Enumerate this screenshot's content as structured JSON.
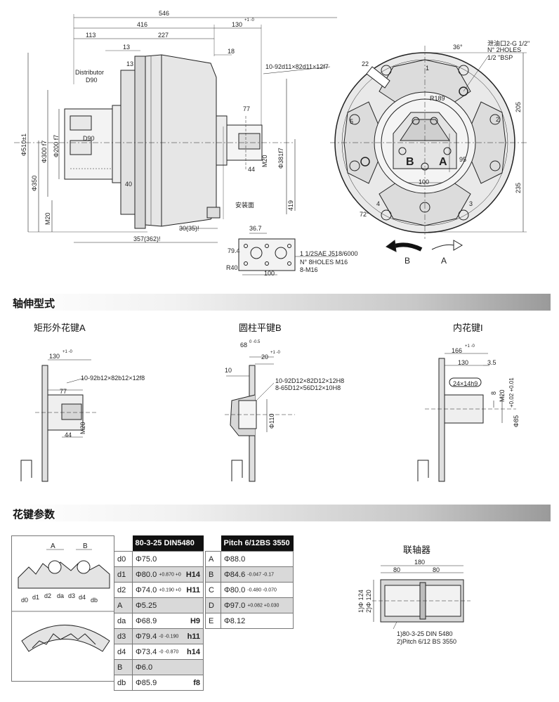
{
  "top_drawing": {
    "dims": {
      "d546": "546",
      "d416": "416",
      "d130": "130",
      "d130_tol": "+1 -0",
      "d113": "113",
      "d227": "227",
      "d13a": "13",
      "d13b": "13",
      "d18": "18",
      "distributor": "Distributor",
      "d90a": "D90",
      "d90b": "D90",
      "spline": "10-92d11×82d11×12f7",
      "d77": "77",
      "d44": "44",
      "m20": "M20",
      "d381": "Φ381f7",
      "d419": "419",
      "d510": "Φ510±1",
      "d300": "Φ300 f7",
      "d200": "Φ200 f7",
      "d350": "Φ350",
      "m20b": "M20",
      "d40": "40",
      "mount_face": "安装面",
      "d30": "30(35)!",
      "d357": "357(362)!",
      "d36_7": "36.7",
      "d79_4": "79.4",
      "r40": "R40",
      "d100": "100",
      "port1": "1 1/2SAE J518/6000",
      "port2": "N° 8HOLES M16",
      "port3": "8-M16"
    },
    "flange": {
      "drain1": "泄油口2-G 1/2\"",
      "drain2": "N° 2HOLES",
      "drain3": "1/2 \"BSP",
      "a36": "36°",
      "d22": "22",
      "r189": "R189",
      "d95": "95",
      "d100": "100",
      "d205": "205",
      "d235": "235",
      "a72": "72°",
      "port_b": "B",
      "port_a": "A",
      "n1": "1",
      "n2": "2",
      "n3": "3",
      "n4": "4",
      "n5": "5",
      "rot_b": "B",
      "rot_a": "A"
    }
  },
  "section_shaft": {
    "title": "轴伸型式",
    "types": [
      {
        "name": "矩形外花键A"
      },
      {
        "name": "圆柱平键B"
      },
      {
        "name": "内花键I"
      }
    ],
    "a": {
      "d130": "130",
      "tol": "+1 -0",
      "spline": "10-92b12×82b12×12f8",
      "d77": "77",
      "d44": "44",
      "m20": "M20"
    },
    "b": {
      "d68": "68",
      "tol68": "0 -0.5",
      "d20": "20",
      "tol20": "+1 -0",
      "d10": "10",
      "spline1": "10-92D12×82D12×12H8",
      "spline2": "8-65D12×56D12×10H8",
      "d110": "Φ110"
    },
    "i": {
      "d166": "166",
      "tol": "+1 -0",
      "d130": "130",
      "d3_5": "3.5",
      "key": "24×14h9",
      "d8": "8",
      "m20": "M20",
      "tol_k": "+0.02 +0.01",
      "d85": "Φ85"
    }
  },
  "section_spline": {
    "title": "花键参数",
    "diagram_labels": {
      "A": "A",
      "B": "B",
      "d0": "d0",
      "d1": "d1",
      "d2": "d2",
      "da": "da",
      "d3": "d3",
      "d4": "d4",
      "db": "db"
    },
    "table_left": {
      "header": "80-3-25 DIN5480",
      "rows": [
        {
          "k": "d0",
          "v": "Φ75.0",
          "tol": "",
          "fit": ""
        },
        {
          "k": "d1",
          "v": "Φ80.0",
          "tol": "+0.870 +0",
          "fit": "H14"
        },
        {
          "k": "d2",
          "v": "Φ74.0",
          "tol": "+0.190 +0",
          "fit": "H11"
        },
        {
          "k": "A",
          "v": "Φ5.25",
          "tol": "",
          "fit": ""
        },
        {
          "k": "da",
          "v": "Φ68.9",
          "tol": "",
          "fit": "H9"
        },
        {
          "k": "d3",
          "v": "Φ79.4",
          "tol": "-0 -0.190",
          "fit": "h11"
        },
        {
          "k": "d4",
          "v": "Φ73.4",
          "tol": "-0 -0.870",
          "fit": "h14"
        },
        {
          "k": "B",
          "v": "Φ6.0",
          "tol": "",
          "fit": ""
        },
        {
          "k": "db",
          "v": "Φ85.9",
          "tol": "",
          "fit": "f8"
        }
      ]
    },
    "table_right": {
      "header": "Pitch 6/12BS 3550",
      "rows": [
        {
          "k": "A",
          "v": "Φ88.0",
          "tol": ""
        },
        {
          "k": "B",
          "v": "Φ84.6",
          "tol": "-0.047 -0.17"
        },
        {
          "k": "C",
          "v": "Φ80.0",
          "tol": "-0.480 -0.070"
        },
        {
          "k": "D",
          "v": "Φ97.0",
          "tol": "+0.082 +0.030"
        },
        {
          "k": "E",
          "v": "Φ8.12",
          "tol": ""
        }
      ]
    },
    "coupling": {
      "title": "联轴器",
      "d180": "180",
      "d80a": "80",
      "d80b": "80",
      "d124": "1)Φ 124",
      "d120": "2)Φ 120",
      "note1": "1)80-3-25 DIN 5480",
      "note2": "2)Pitch 6/12 BS 3550"
    }
  }
}
